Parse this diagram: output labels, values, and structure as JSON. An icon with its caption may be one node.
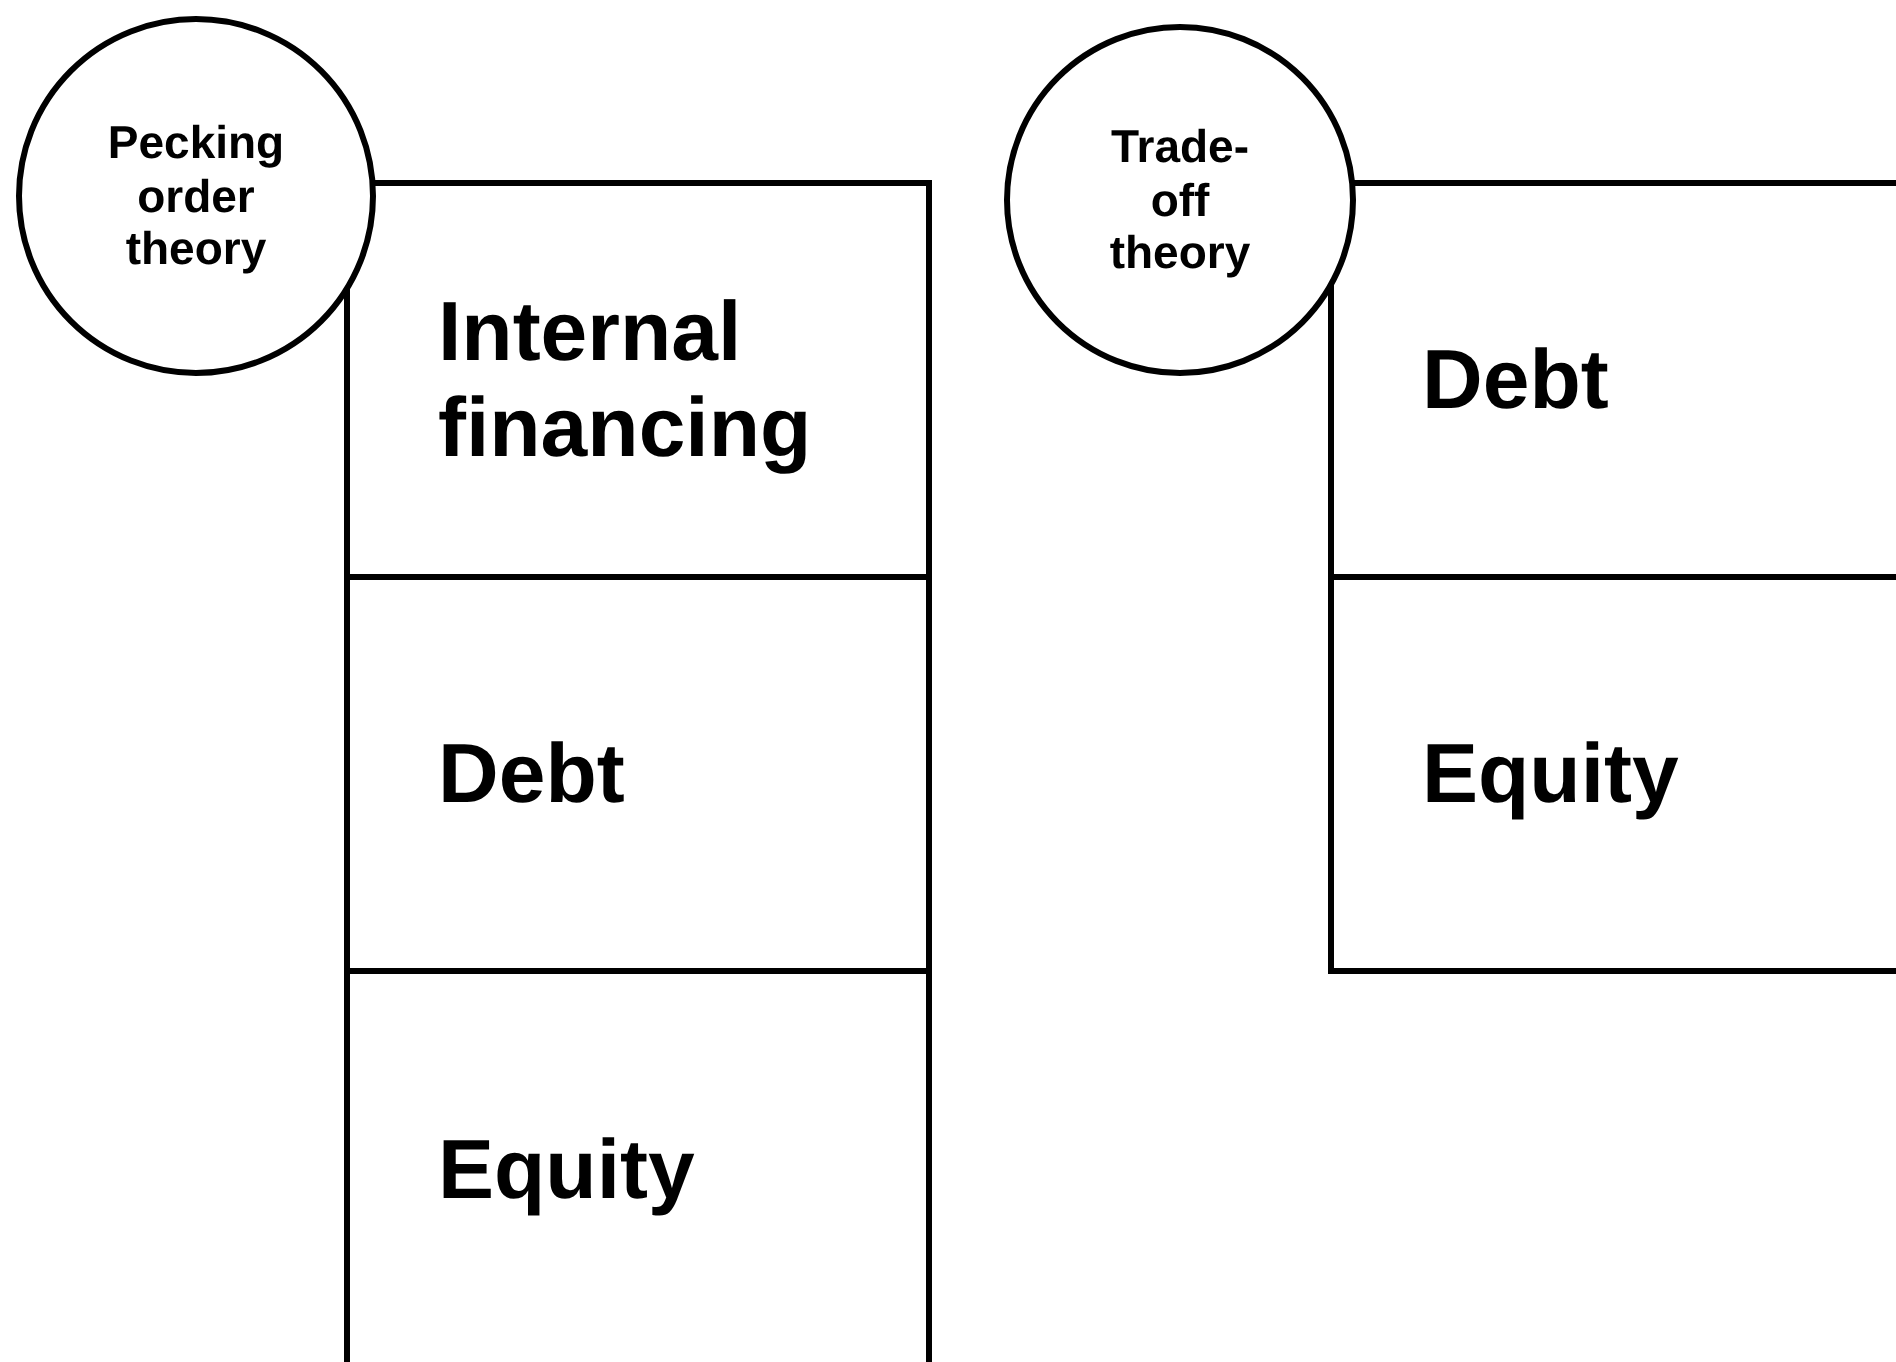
{
  "diagram": {
    "nodes": [
      {
        "text": [
          "Pecking order theory"
        ]
      },
      {
        "text": [
          "Internal financing"
        ]
      },
      {
        "text": [
          "Debt"
        ]
      },
      {
        "text": [
          "Equity"
        ]
      },
      {
        "text": [
          "Trade-off theory"
        ]
      },
      {
        "text": [
          "Debt"
        ]
      },
      {
        "text": [
          "Equity"
        ]
      }
    ],
    "edges": []
  }
}
